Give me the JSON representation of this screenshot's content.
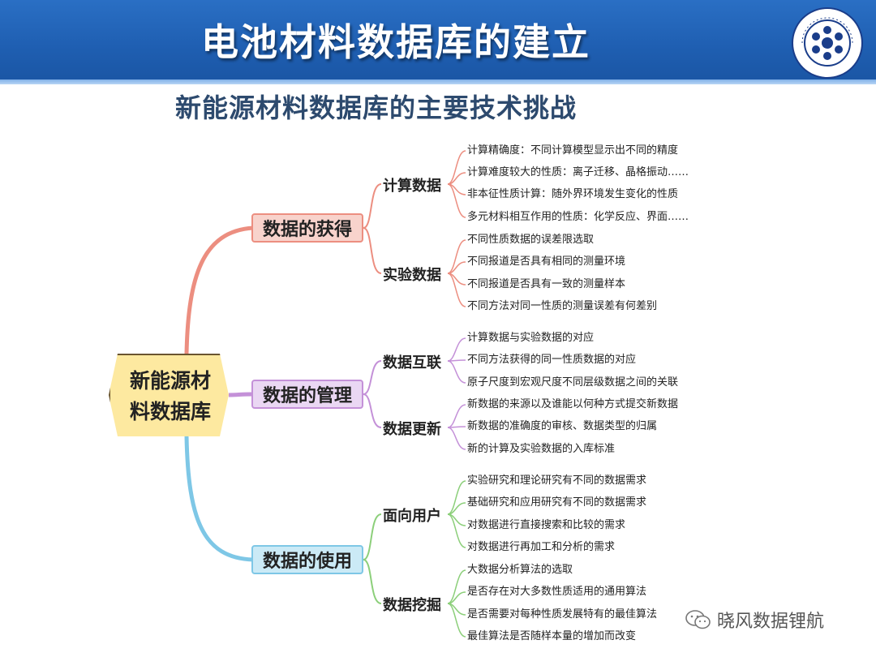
{
  "header": {
    "title": "电池材料数据库的建立"
  },
  "subtitle": "新能源材料数据库的主要技术挑战",
  "diagram": {
    "root": "新能源材料数据库",
    "branches": [
      {
        "label": "数据的获得",
        "color": "#ec8e80",
        "groups": [
          {
            "label": "计算数据",
            "items": [
              "计算精确度：不同计算模型显示出不同的精度",
              "计算难度较大的性质：离子迁移、晶格振动……",
              "非本征性质计算：随外界环境发生变化的性质",
              "多元材料相互作用的性质：化学反应、界面……"
            ]
          },
          {
            "label": "实验数据",
            "items": [
              "不同性质数据的误差限选取",
              "不同报道是否具有相同的测量环境",
              "不同报道是否具有一致的测量样本",
              "不同方法对同一性质的测量误差有何差别"
            ]
          }
        ]
      },
      {
        "label": "数据的管理",
        "color": "#c491d8",
        "groups": [
          {
            "label": "数据互联",
            "items": [
              "计算数据与实验数据的对应",
              "不同方法获得的同一性质数据的对应",
              "原子尺度到宏观尺度不同层级数据之间的关联"
            ]
          },
          {
            "label": "数据更新",
            "items": [
              "新数据的来源以及谁能以何种方式提交新数据",
              "新数据的准确度的审核、数据类型的归属",
              "新的计算及实验数据的入库标准"
            ]
          }
        ]
      },
      {
        "label": "数据的使用",
        "color": "#7ec7e6",
        "groups": [
          {
            "label": "面向用户",
            "items": [
              "实验研究和理论研究有不同的数据需求",
              "基础研究和应用研究有不同的数据需求",
              "对数据进行直接搜索和比较的需求",
              "对数据进行再加工和分析的需求"
            ]
          },
          {
            "label": "数据挖掘",
            "items": [
              "大数据分析算法的选取",
              "是否存在对大多数性质适用的通用算法",
              "是否需要对每种性质发展特有的最佳算法",
              "最佳算法是否随样本量的增加而改变"
            ]
          }
        ]
      }
    ]
  },
  "watermark": "晓风数据锂航",
  "icons": {
    "logo": "cas-logo-icon",
    "watermark": "wechat-icon"
  }
}
